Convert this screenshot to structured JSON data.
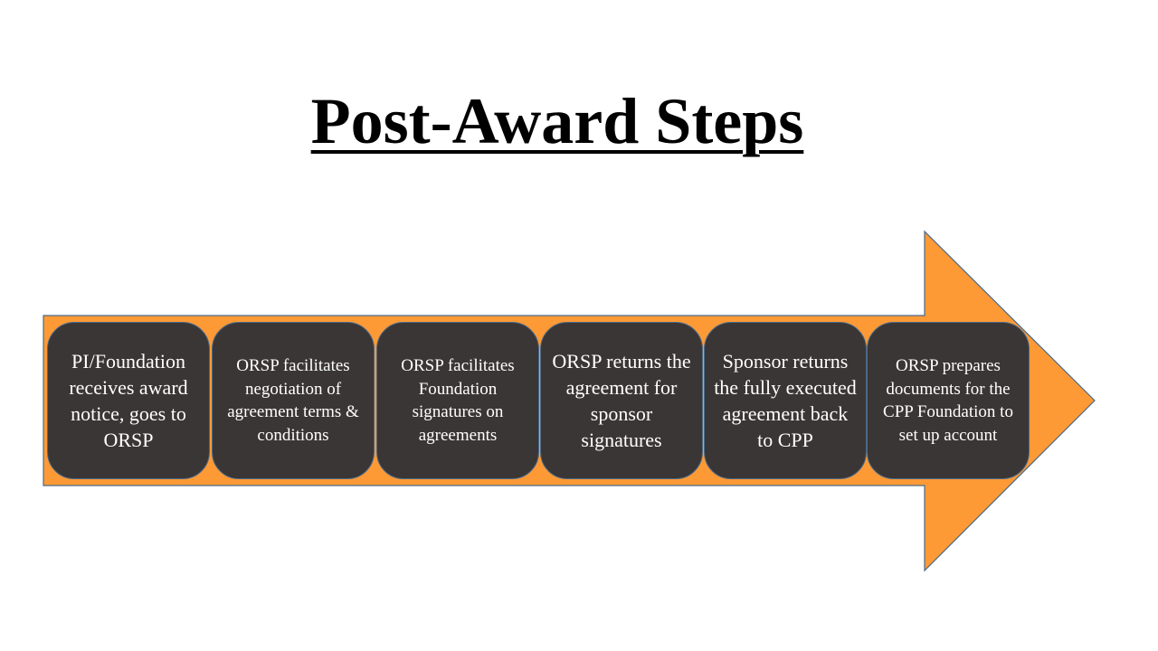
{
  "title": "Post-Award Steps",
  "colors": {
    "arrow_fill": "#fd9a36",
    "arrow_stroke": "#4a6a8a",
    "step_fill": "#3a3635",
    "step_text": "#ffffff",
    "title_text": "#000000"
  },
  "steps": [
    {
      "label": "PI/Foundation receives award notice, goes to ORSP"
    },
    {
      "label": "ORSP facilitates negotiation of agreement terms & conditions"
    },
    {
      "label": "ORSP facilitates Foundation signatures on agreements"
    },
    {
      "label": "ORSP returns the agreement for sponsor signatures"
    },
    {
      "label": "Sponsor returns the fully executed agreement back to CPP"
    },
    {
      "label": "ORSP prepares documents for the CPP Foundation to set up account"
    }
  ]
}
